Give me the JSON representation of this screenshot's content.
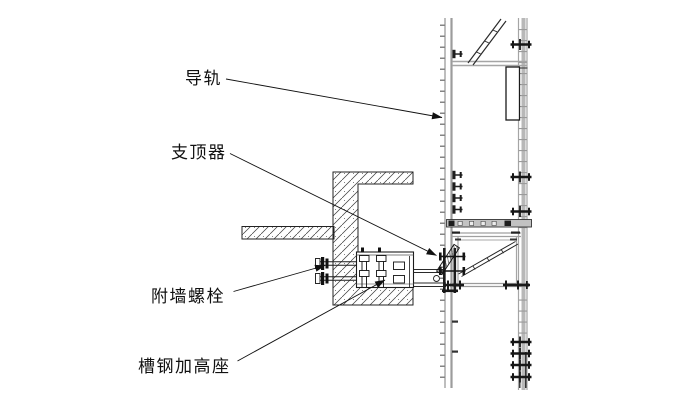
{
  "figure": {
    "type": "technical-drawing",
    "description": "guide-rail wall attachment detail section",
    "labels": [
      {
        "id": "guide-rail",
        "text": "导轨"
      },
      {
        "id": "top-support",
        "text": "支顶器"
      },
      {
        "id": "wall-anchor-bolt",
        "text": "附墙螺栓"
      },
      {
        "id": "channel-raiser-seat",
        "text": "槽钢加高座"
      }
    ],
    "colors": {
      "background": "#ffffff",
      "structure_gray": "#a5a5a5",
      "detail_black": "#1a1a1a",
      "band_fill": "#c2c2c2"
    }
  }
}
